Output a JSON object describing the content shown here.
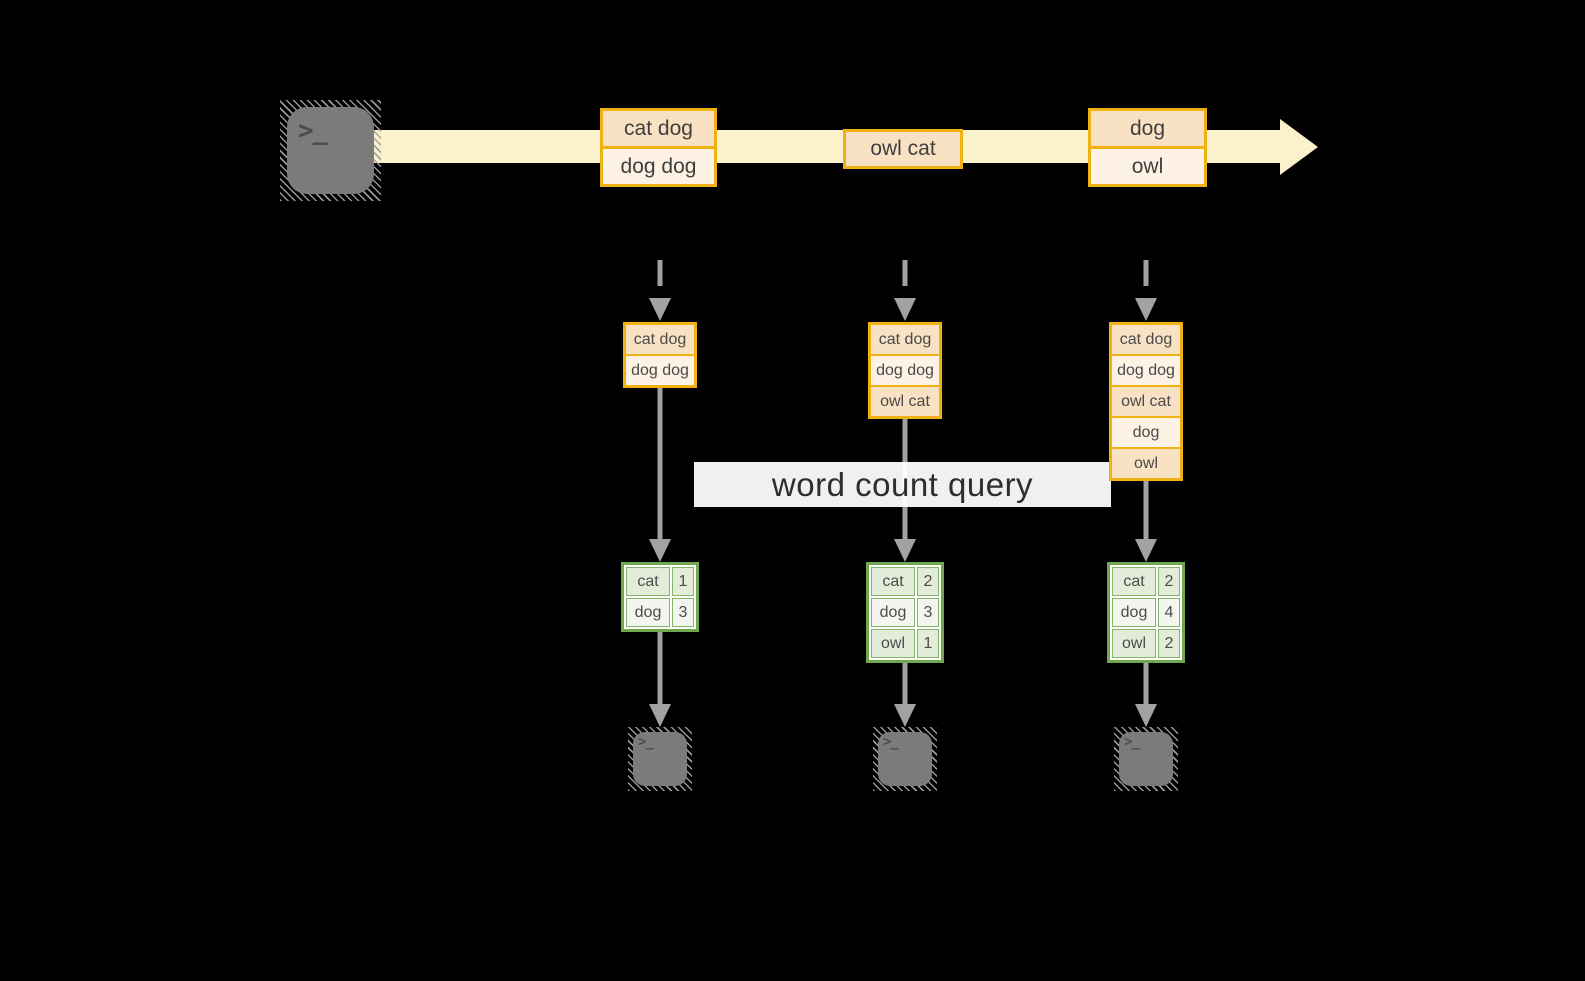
{
  "banner": {
    "label": "word count query"
  },
  "source_terminal": {
    "glyph": ">_"
  },
  "stream": {
    "events": [
      {
        "cells": [
          {
            "text": "cat dog"
          },
          {
            "text": "dog dog"
          }
        ]
      },
      {
        "cells": [
          {
            "text": "owl cat"
          }
        ]
      },
      {
        "cells": [
          {
            "text": "dog"
          },
          {
            "text": "owl"
          }
        ]
      }
    ]
  },
  "columns": [
    {
      "buffer": [
        "cat dog",
        "dog dog"
      ],
      "counts": {
        "rows": [
          {
            "word": "cat",
            "count": "1"
          },
          {
            "word": "dog",
            "count": "3"
          }
        ]
      },
      "sink_glyph": ">_"
    },
    {
      "buffer": [
        "cat dog",
        "dog dog",
        "owl cat"
      ],
      "counts": {
        "rows": [
          {
            "word": "cat",
            "count": "2"
          },
          {
            "word": "dog",
            "count": "3"
          },
          {
            "word": "owl",
            "count": "1"
          }
        ]
      },
      "sink_glyph": ">_"
    },
    {
      "buffer": [
        "cat dog",
        "dog dog",
        "owl cat",
        "dog",
        "owl"
      ],
      "counts": {
        "rows": [
          {
            "word": "cat",
            "count": "2"
          },
          {
            "word": "dog",
            "count": "4"
          },
          {
            "word": "owl",
            "count": "2"
          }
        ]
      },
      "sink_glyph": ">_"
    }
  ],
  "colors": {
    "background": "#000000",
    "stream_band": "#fbf1ca",
    "event_border": "#f0b213",
    "event_fill_peach": "#f9e1c3",
    "event_fill_cream": "#fdf2e3",
    "table_border_green": "#6fa84e",
    "table_fill_green": "#e3ecd9",
    "table_fill_light": "#f3f6ee",
    "arrow_gray": "#a2a2a2",
    "terminal_gray": "#7b7b7b"
  }
}
